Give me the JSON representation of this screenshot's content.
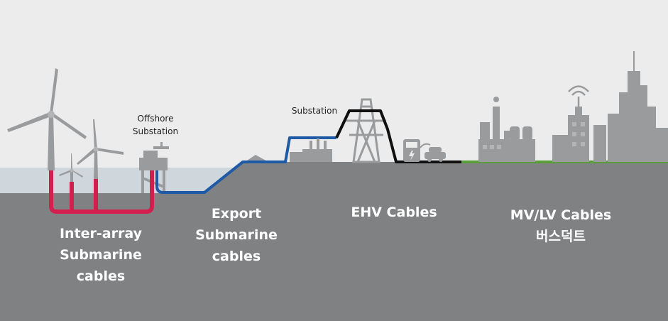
{
  "colors": {
    "sky": "#ececec",
    "sea": "#d0d7dc",
    "ground": "#7f8183",
    "structure": "#9a9b9d",
    "inter_array_cable": "#d21f4d",
    "export_cable": "#1f5aa6",
    "ehv_cable": "#111111",
    "mvlv_cable": "#5a9e3a"
  },
  "labels": {
    "offshore_substation": [
      "Offshore",
      "Substation"
    ],
    "substation": "Substation",
    "inter_array": [
      "Inter-array",
      "Submarine",
      "cables"
    ],
    "export": [
      "Export",
      "Submarine",
      "cables"
    ],
    "ehv": "EHV Cables",
    "mvlv": [
      "MV/LV Cables",
      "버스덕트"
    ]
  },
  "icons": [
    "wind-turbine-icon",
    "offshore-substation-icon",
    "transmission-tower-icon",
    "transformer-icon",
    "ev-charger-icon",
    "electric-car-icon",
    "factory-icon",
    "building-icon",
    "skyscraper-icon",
    "antenna-icon"
  ]
}
